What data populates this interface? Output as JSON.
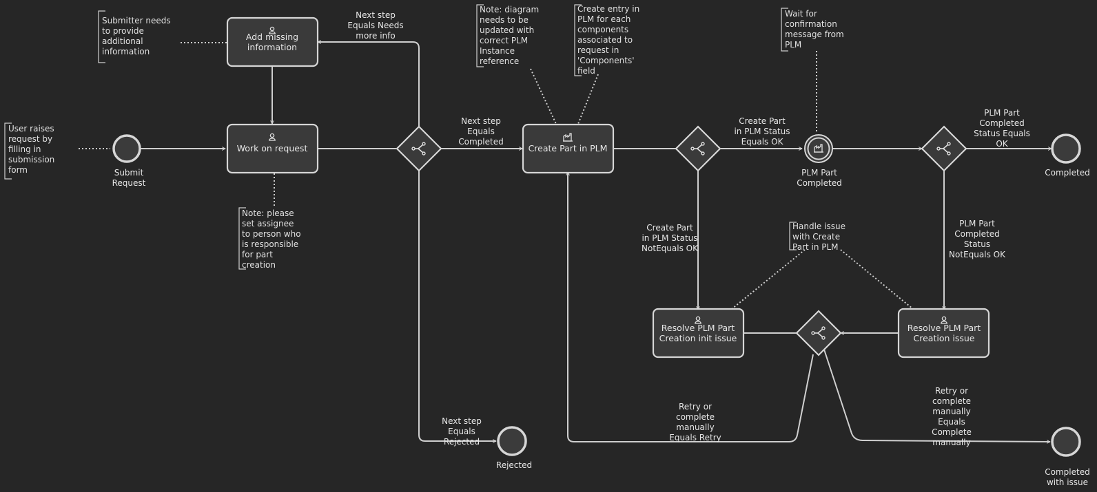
{
  "colors": {
    "background": "#262626",
    "stroke": "#d6d6d6",
    "shape_fill": "#3a3a3a",
    "text": "#e6e6e6"
  },
  "tasks": {
    "add_missing": [
      "Add missing",
      "information"
    ],
    "work_on_request": [
      "Work on request"
    ],
    "create_part": [
      "Create Part in PLM"
    ],
    "resolve_init": [
      "Resolve PLM Part",
      "Creation init issue"
    ],
    "resolve_issue": [
      "Resolve PLM Part",
      "Creation issue"
    ]
  },
  "events": {
    "submit_request": [
      "Submit",
      "Request"
    ],
    "plm_part_completed": [
      "PLM Part",
      "Completed"
    ],
    "completed": [
      "Completed"
    ],
    "rejected": [
      "Rejected"
    ],
    "completed_with_issue": [
      "Completed",
      "with issue"
    ]
  },
  "flow_labels": {
    "needs_more_info": [
      "Next step",
      "Equals Needs",
      "more info"
    ],
    "equals_completed": [
      "Next step",
      "Equals",
      "Completed"
    ],
    "equals_rejected": [
      "Next step",
      "Equals",
      "Rejected"
    ],
    "status_ok": [
      "Create Part",
      "in PLM Status",
      "Equals OK"
    ],
    "status_not_ok": [
      "Create Part",
      "in PLM Status",
      "NotEquals OK"
    ],
    "completed_ok": [
      "PLM Part",
      "Completed",
      "Status Equals",
      "OK"
    ],
    "completed_not_ok": [
      "PLM Part",
      "Completed",
      "Status",
      "NotEquals OK"
    ],
    "retry": [
      "Retry or",
      "complete",
      "manually",
      "Equals Retry"
    ],
    "complete_manually": [
      "Retry or",
      "complete",
      "manually",
      "Equals",
      "Complete",
      "manually"
    ]
  },
  "notes": {
    "submitter": [
      "Submitter needs",
      "to provide",
      "additional",
      "information"
    ],
    "user_raises": [
      "User raises",
      "request by",
      "filling in",
      "submission",
      "form"
    ],
    "assignee": [
      "Note: please",
      "set assignee",
      "to person who",
      "is responsible",
      "for part",
      "creation"
    ],
    "diagram_update": [
      "Note: diagram",
      "needs to be",
      "updated with",
      "correct PLM",
      "Instance",
      "reference"
    ],
    "create_entry": [
      "Create entry in",
      "PLM for each",
      "components",
      "associated to",
      "request in",
      "'Components'",
      "field"
    ],
    "wait_confirm": [
      "Wait for",
      "confirmation",
      "message from",
      "PLM"
    ],
    "handle_issue": [
      "Handle issue",
      "with Create",
      "Part in PLM"
    ]
  }
}
